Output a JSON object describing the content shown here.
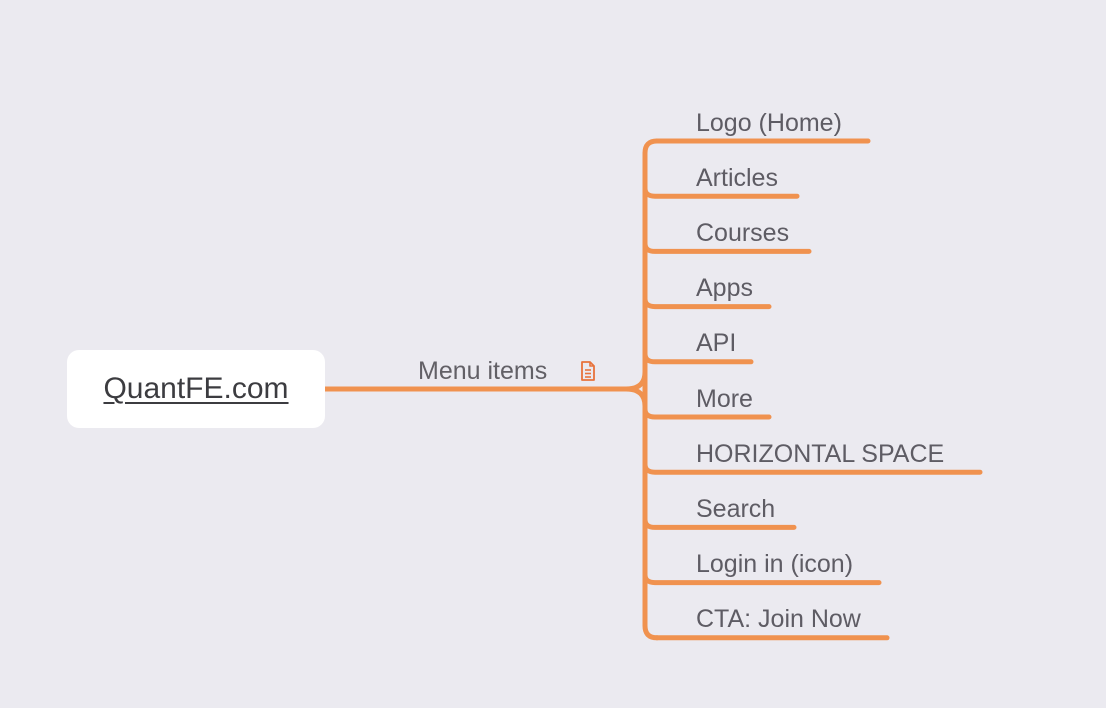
{
  "root": {
    "label": "QuantFE.com"
  },
  "branch": {
    "label": "Menu items",
    "icon": "note-document-icon"
  },
  "leaves": [
    {
      "label": "Logo (Home)"
    },
    {
      "label": "Articles"
    },
    {
      "label": "Courses"
    },
    {
      "label": "Apps"
    },
    {
      "label": "API"
    },
    {
      "label": "More"
    },
    {
      "label": "HORIZONTAL SPACE"
    },
    {
      "label": "Search"
    },
    {
      "label": "Login in (icon)"
    },
    {
      "label": "CTA: Join Now"
    }
  ],
  "colors": {
    "background": "#ebeaf0",
    "connector": "#f0924f",
    "root_fill": "#ffffff",
    "text": "#5e5c64",
    "note_icon": "#e8733c"
  }
}
